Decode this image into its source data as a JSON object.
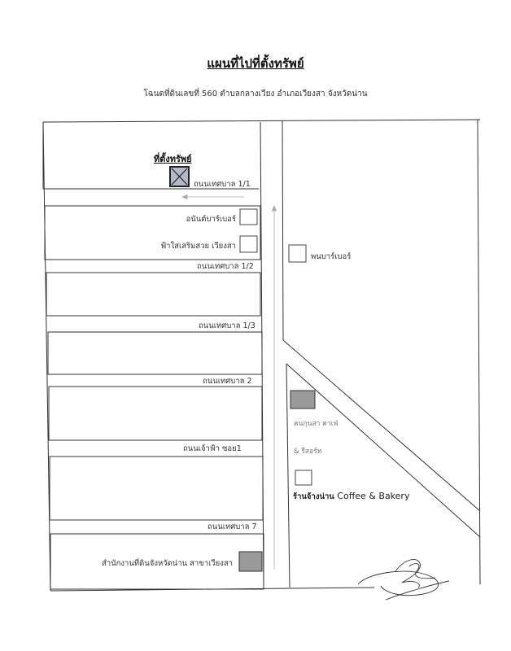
{
  "title": "แผนที่ไปที่ตั้งทรัพย์",
  "subtitle": "โฉนดที่ดินเลขที่ 560 ตำบลกลางเวียง อำเภอเวียงสา จังหวัดน่าน",
  "map": {
    "target_label": "ที่ตั้งทรัพย์",
    "roads": {
      "r1": "ถนนเทศบาล 1/1",
      "r2": "ถนนเทศบาล 1/2",
      "r3": "ถนนเทศบาล 1/3",
      "r4": "ถนนเทศบาล 2",
      "r5": "ถนนเจ้าฟ้า ซอย1",
      "r6": "ถนนเทศบาล 7"
    },
    "landmarks": {
      "anan": "อนันต์บาร์เบอร์",
      "fasai": "ฟ้าใสเสริมสวย เวียงสา",
      "phon": "พนบาร์เบอร์",
      "kanok_1": "คนกุนสา คาเฟ่",
      "kanok_2": "& รีสอร์ท",
      "cafe_thai": "ร้านจ้างน่าน",
      "cafe_en": "Coffee & Bakery",
      "land_office": "สำนักงานที่ดินจังหวัดน่าน สาขาเวียงสา"
    },
    "icons": {
      "target": "crossed-square-icon",
      "landmark": "square-icon",
      "filled_landmark": "filled-square-icon",
      "signature": "signature-mark"
    },
    "colors": {
      "target_fill": "#b3b9c8",
      "filled_box": "#9a9a9a",
      "line": "#333333"
    }
  }
}
